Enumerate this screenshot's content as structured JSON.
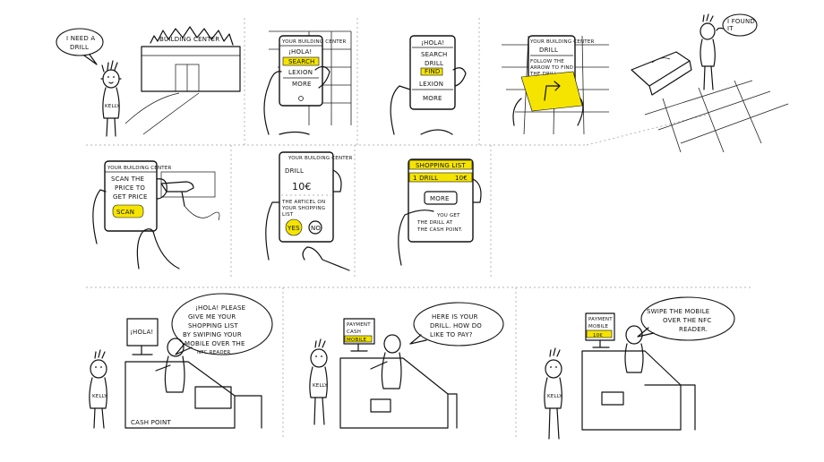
{
  "person_name": "KELLY",
  "panels": {
    "p1": {
      "speech": [
        "I NEED A",
        "DRILL"
      ],
      "sign": "BUILDING CENTER"
    },
    "p2": {
      "header": "YOUR BUILDING CENTER",
      "items": [
        "¡HOLA!",
        "SEARCH",
        "LEXION",
        "more"
      ]
    },
    "p3": {
      "items": [
        "¡HOLA!",
        "SEARCH",
        "drill",
        "FIND",
        "LEXION",
        "more"
      ]
    },
    "p4": {
      "header": "YOUR BUILDING CENTER",
      "title": "DRILL",
      "instruction": [
        "FOLLOW THE",
        "ARROW TO FIND",
        "THE DRILL"
      ]
    },
    "p5": {
      "speech": [
        "I FOUND",
        "IT"
      ]
    },
    "p6": {
      "header": "YOUR BUILDING CENTER",
      "text": [
        "SCAN THE",
        "PRICE TO",
        "GET PRICE"
      ],
      "button": "SCAN"
    },
    "p7": {
      "header": "YOUR BUILDING CENTER",
      "title": "DRILL",
      "price": "10€",
      "question": [
        "THE ARTICEL ON",
        "YOUR SHOPPING",
        "LIST"
      ],
      "yes": "YES",
      "no": "NO"
    },
    "p8": {
      "header": "SHOPPING LIST",
      "item": "1 DRILL",
      "item_price": "10€",
      "more": "MORE",
      "note": [
        "YOU GET",
        "THE DRILL AT",
        "THE CASH POINT."
      ]
    },
    "p9": {
      "screen": "¡HOLA!",
      "speech": [
        "¡HOLA! PLEASE",
        "GIVE ME YOUR",
        "SHOPPING LIST",
        "BY SWIPING YOUR",
        "MOBILE OVER THE",
        "NFC READER"
      ],
      "desk": "CASH POINT"
    },
    "p10": {
      "screen": [
        "PAYMENT",
        "CASH",
        "MOBILE"
      ],
      "speech": [
        "HERE IS YOUR",
        "DRILL. HOW DO",
        "LIKE TO PAY?"
      ]
    },
    "p11": {
      "screen": [
        "PAYMENT",
        "MOBILE",
        "10€"
      ],
      "speech": [
        "SWIPE THE MOBILE",
        "OVER THE NFC",
        "READER."
      ]
    }
  },
  "colors": {
    "highlight": "#f5e400",
    "ink": "#111111",
    "separator": "#b5b5b5"
  }
}
